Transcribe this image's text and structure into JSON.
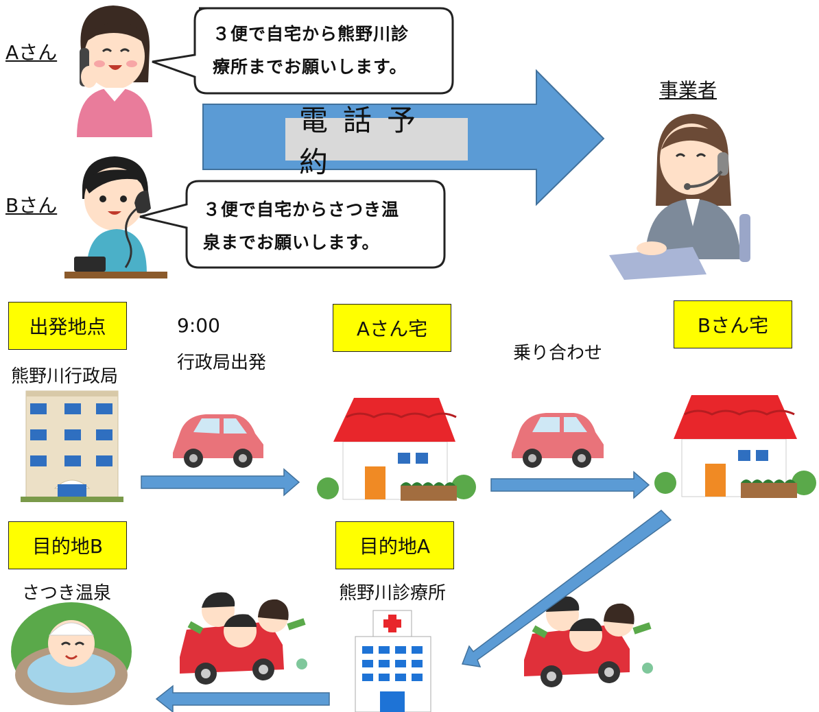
{
  "people": {
    "a_label": "Aさん",
    "b_label": "Bさん",
    "operator_label": "事業者"
  },
  "bubbles": {
    "a_line1": "３便で自宅から熊野川診",
    "a_line2": "療所までお願いします。",
    "b_line1": "３便で自宅からさつき温",
    "b_line2": "泉までお願いします。"
  },
  "banner": "電話予約",
  "route": {
    "start_box": "出発地点",
    "start_place": "熊野川行政局",
    "time": "9:00",
    "depart_text": "行政局出発",
    "a_home_box": "Aさん宅",
    "rideshare": "乗り合わせ",
    "b_home_box": "Bさん宅",
    "dest_b_box": "目的地B",
    "dest_b_place": "さつき温泉",
    "dest_a_box": "目的地A",
    "dest_a_place": "熊野川診療所"
  },
  "icons": [
    "woman-phone-icon",
    "man-phone-icon",
    "operator-icon",
    "building-icon",
    "car-icon",
    "house-icon",
    "hospital-icon",
    "car-family-icon",
    "onsen-icon",
    "arrow-icon"
  ],
  "colors": {
    "arrow_blue": "#5b9bd5",
    "arrow_stroke": "#41719c",
    "highlight": "#ffff00",
    "roof": "#e8262b"
  }
}
